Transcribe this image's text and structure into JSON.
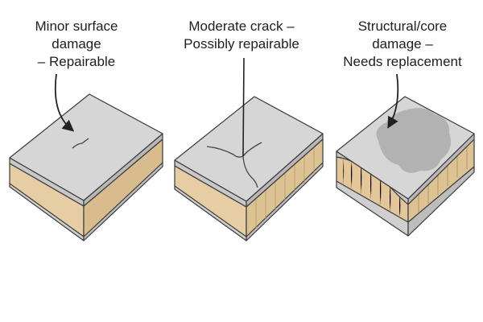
{
  "panels": [
    {
      "id": "minor",
      "lines": [
        "Minor surface",
        "damage",
        "– Repairable"
      ]
    },
    {
      "id": "moderate",
      "lines": [
        "Moderate crack –",
        "Possibly repairable"
      ]
    },
    {
      "id": "structural",
      "lines": [
        "Structural/core",
        "damage –",
        "Needs replacement"
      ]
    }
  ],
  "colors": {
    "skin": "#d3d3d3",
    "skin_side": "#c4c4c4",
    "core": "#e3c9a0",
    "core_dark": "#d2b486",
    "outline": "#3a3a3a",
    "damage": "#9e9e9e"
  }
}
